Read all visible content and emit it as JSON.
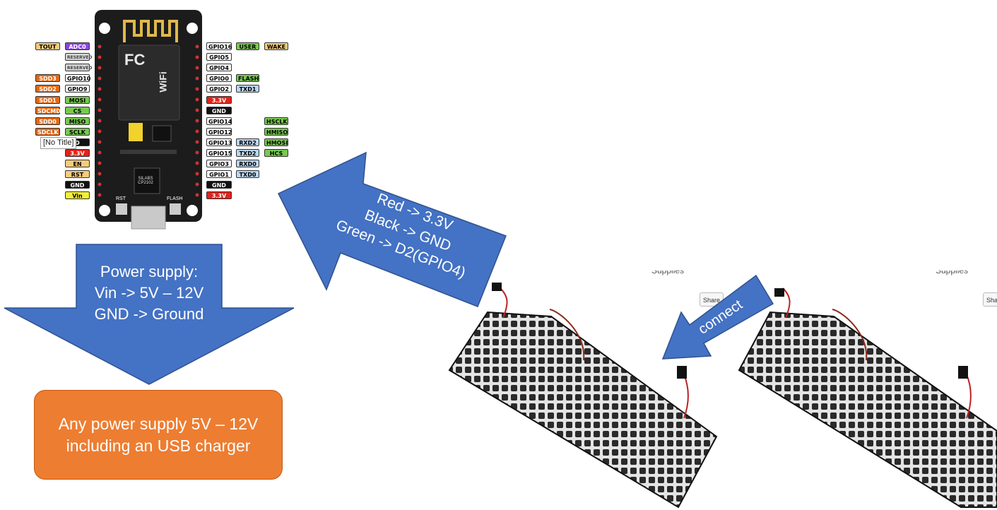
{
  "board": {
    "left_pins": [
      {
        "outer": "TOUT",
        "outer_color": "tan",
        "inner": "ADC0",
        "inner_color": "purple"
      },
      {
        "outer": "",
        "outer_color": "",
        "inner": "RESERVED",
        "inner_color": "gray"
      },
      {
        "outer": "",
        "outer_color": "",
        "inner": "RESERVED",
        "inner_color": "gray"
      },
      {
        "outer": "SDD3",
        "outer_color": "darkorange",
        "inner": "GPIO10",
        "inner_color": "white"
      },
      {
        "outer": "SDD2",
        "outer_color": "darkorange",
        "inner": "GPIO9",
        "inner_color": "white"
      },
      {
        "outer": "SDD1",
        "outer_color": "darkorange",
        "inner": "MOSI",
        "inner_color": "green"
      },
      {
        "outer": "SDCMD",
        "outer_color": "darkorange",
        "inner": "CS",
        "inner_color": "green"
      },
      {
        "outer": "SDD0",
        "outer_color": "darkorange",
        "inner": "MISO",
        "inner_color": "green"
      },
      {
        "outer": "SDCLK",
        "outer_color": "darkorange",
        "inner": "SCLK",
        "inner_color": "green"
      },
      {
        "outer": "",
        "outer_color": "",
        "inner": "D",
        "inner_color": "black"
      },
      {
        "outer": "",
        "outer_color": "",
        "inner": "3.3V",
        "inner_color": "red"
      },
      {
        "outer": "",
        "outer_color": "",
        "inner": "EN",
        "inner_color": "tan"
      },
      {
        "outer": "",
        "outer_color": "",
        "inner": "RST",
        "inner_color": "tan"
      },
      {
        "outer": "",
        "outer_color": "",
        "inner": "GND",
        "inner_color": "black"
      },
      {
        "outer": "",
        "outer_color": "",
        "inner": "Vin",
        "inner_color": "yellow"
      }
    ],
    "right_pins": [
      {
        "gpio": "GPIO16",
        "gpio_color": "white",
        "f1": "USER",
        "f1_color": "green",
        "f2": "WAKE",
        "f2_color": "tan"
      },
      {
        "gpio": "GPIO5",
        "gpio_color": "white",
        "f1": "",
        "f1_color": "",
        "f2": "",
        "f2_color": ""
      },
      {
        "gpio": "GPIO4",
        "gpio_color": "white",
        "f1": "",
        "f1_color": "",
        "f2": "",
        "f2_color": ""
      },
      {
        "gpio": "GPIO0",
        "gpio_color": "white",
        "f1": "FLASH",
        "f1_color": "green",
        "f2": "",
        "f2_color": ""
      },
      {
        "gpio": "GPIO2",
        "gpio_color": "white",
        "f1": "TXD1",
        "f1_color": "lightblue",
        "f2": "",
        "f2_color": ""
      },
      {
        "gpio": "3.3V",
        "gpio_color": "red",
        "f1": "",
        "f1_color": "",
        "f2": "",
        "f2_color": ""
      },
      {
        "gpio": "GND",
        "gpio_color": "black",
        "f1": "",
        "f1_color": "",
        "f2": "",
        "f2_color": ""
      },
      {
        "gpio": "GPIO14",
        "gpio_color": "white",
        "f1": "",
        "f1_color": "",
        "f2": "HSCLK",
        "f2_color": "green"
      },
      {
        "gpio": "GPIO12",
        "gpio_color": "white",
        "f1": "",
        "f1_color": "",
        "f2": "HMISO",
        "f2_color": "green"
      },
      {
        "gpio": "GPIO13",
        "gpio_color": "white",
        "f1": "RXD2",
        "f1_color": "lightblue",
        "f2": "HMOSI",
        "f2_color": "green"
      },
      {
        "gpio": "GPIO15",
        "gpio_color": "white",
        "f1": "TXD2",
        "f1_color": "lightblue",
        "f2": "HCS",
        "f2_color": "green"
      },
      {
        "gpio": "GPIO3",
        "gpio_color": "white",
        "f1": "RXD0",
        "f1_color": "lightblue",
        "f2": "",
        "f2_color": ""
      },
      {
        "gpio": "GPIO1",
        "gpio_color": "white",
        "f1": "TXD0",
        "f1_color": "lightblue",
        "f2": "",
        "f2_color": ""
      },
      {
        "gpio": "GND",
        "gpio_color": "black",
        "f1": "",
        "f1_color": "",
        "f2": "",
        "f2_color": ""
      },
      {
        "gpio": "3.3V",
        "gpio_color": "red",
        "f1": "",
        "f1_color": "",
        "f2": "",
        "f2_color": ""
      }
    ],
    "module_text": {
      "logo": "FC",
      "wifi": "WiFi",
      "chip": "SILABS CP2102",
      "rst_button": "RST",
      "flash_button": "FLASH"
    },
    "tooltip": "[No Title]"
  },
  "power_arrow": {
    "lines": [
      "Power supply:",
      "Vin -> 5V – 12V",
      "GND -> Ground"
    ]
  },
  "power_box": {
    "lines": [
      "Any power supply 5V – 12V",
      "including an USB charger"
    ]
  },
  "wiring_arrow": {
    "lines": [
      "Red -> 3.3V",
      "Black -> GND",
      "Green -> D2(GPIO4)"
    ]
  },
  "connect_arrow": {
    "label": "connect"
  },
  "matrix_panels": {
    "share_label_1": "Share",
    "share_label_2": "Sha",
    "fragment_1": "Supplies",
    "fragment_2": "Supplies"
  },
  "colors": {
    "arrow_fill": "#4472c4",
    "arrow_stroke": "#2f528f",
    "power_box_fill": "#ed7d31",
    "board_pcb": "#1a1a1a",
    "led_dark": "#2a2a2a"
  }
}
